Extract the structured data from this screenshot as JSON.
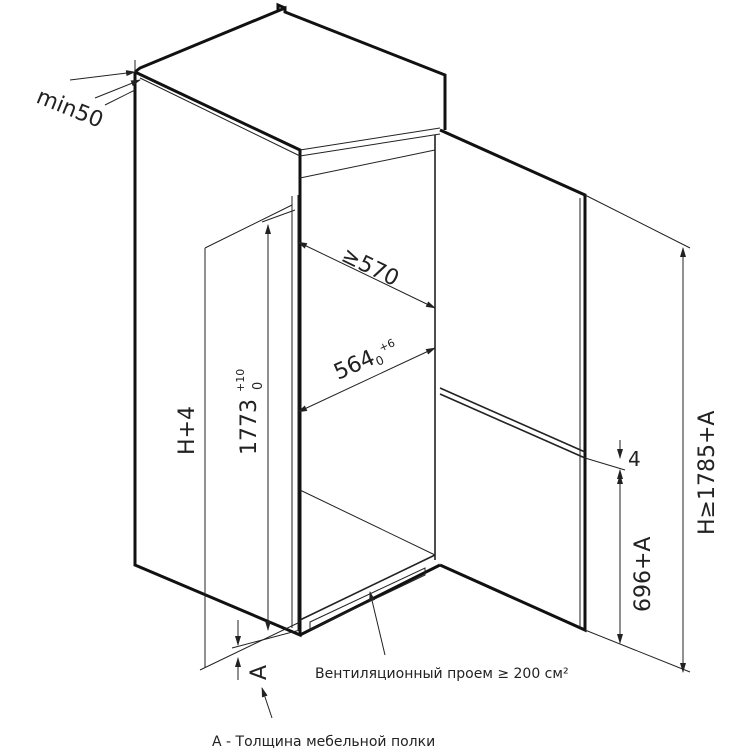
{
  "dimensions": {
    "min_gap": "min50",
    "niche_height": "H+4",
    "inner_height": "1773",
    "inner_height_tol_upper": "+10",
    "inner_height_tol_lower": "0",
    "niche_depth": "≥570",
    "niche_width": "564",
    "niche_width_tol_upper": "+6",
    "niche_width_tol_lower": "0",
    "total_height": "H≥1785+A",
    "door_gap": "4",
    "lower_door_height": "696+A",
    "shelf_thickness": "A"
  },
  "labels": {
    "ventilation": "Вентиляционный проем ≥ 200 см²",
    "legend_a": "A - Толщина мебельной полки"
  },
  "colors": {
    "line": "#111111",
    "text": "#222222"
  }
}
